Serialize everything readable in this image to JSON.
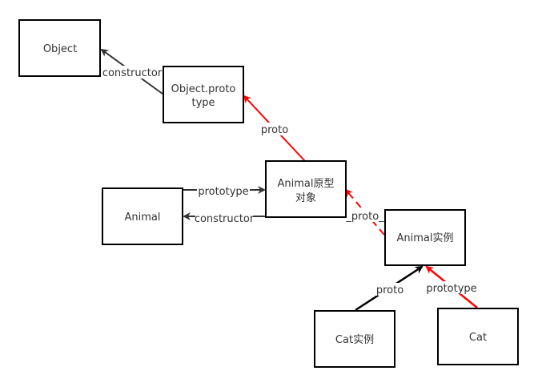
{
  "nodes": {
    "object": {
      "label": "Object"
    },
    "object_prototype": {
      "line1": "Object.proto",
      "line2": "type"
    },
    "animal": {
      "label": "Animal"
    },
    "animal_prototype": {
      "line1": "Animal原型",
      "line2": "对象"
    },
    "animal_instance": {
      "label": "Animal实例"
    },
    "cat_instance": {
      "label": "Cat实例"
    },
    "cat": {
      "label": "Cat"
    }
  },
  "edges": {
    "constructor_to_object": {
      "label": "constructor",
      "color": "#333333"
    },
    "proto_to_object_prototype": {
      "label": "proto",
      "color": "#ff0000"
    },
    "prototype_to_animal_prototype": {
      "label": "prototype",
      "color": "#333333"
    },
    "constructor_to_animal": {
      "label": "constructor",
      "color": "#333333"
    },
    "proto_to_animal_prototype": {
      "label": "_proto_",
      "color": "#ff0000"
    },
    "proto_from_cat_instance": {
      "label": "proto",
      "color": "#000000"
    },
    "prototype_from_cat": {
      "label": "prototype",
      "color": "#ff0000"
    }
  }
}
